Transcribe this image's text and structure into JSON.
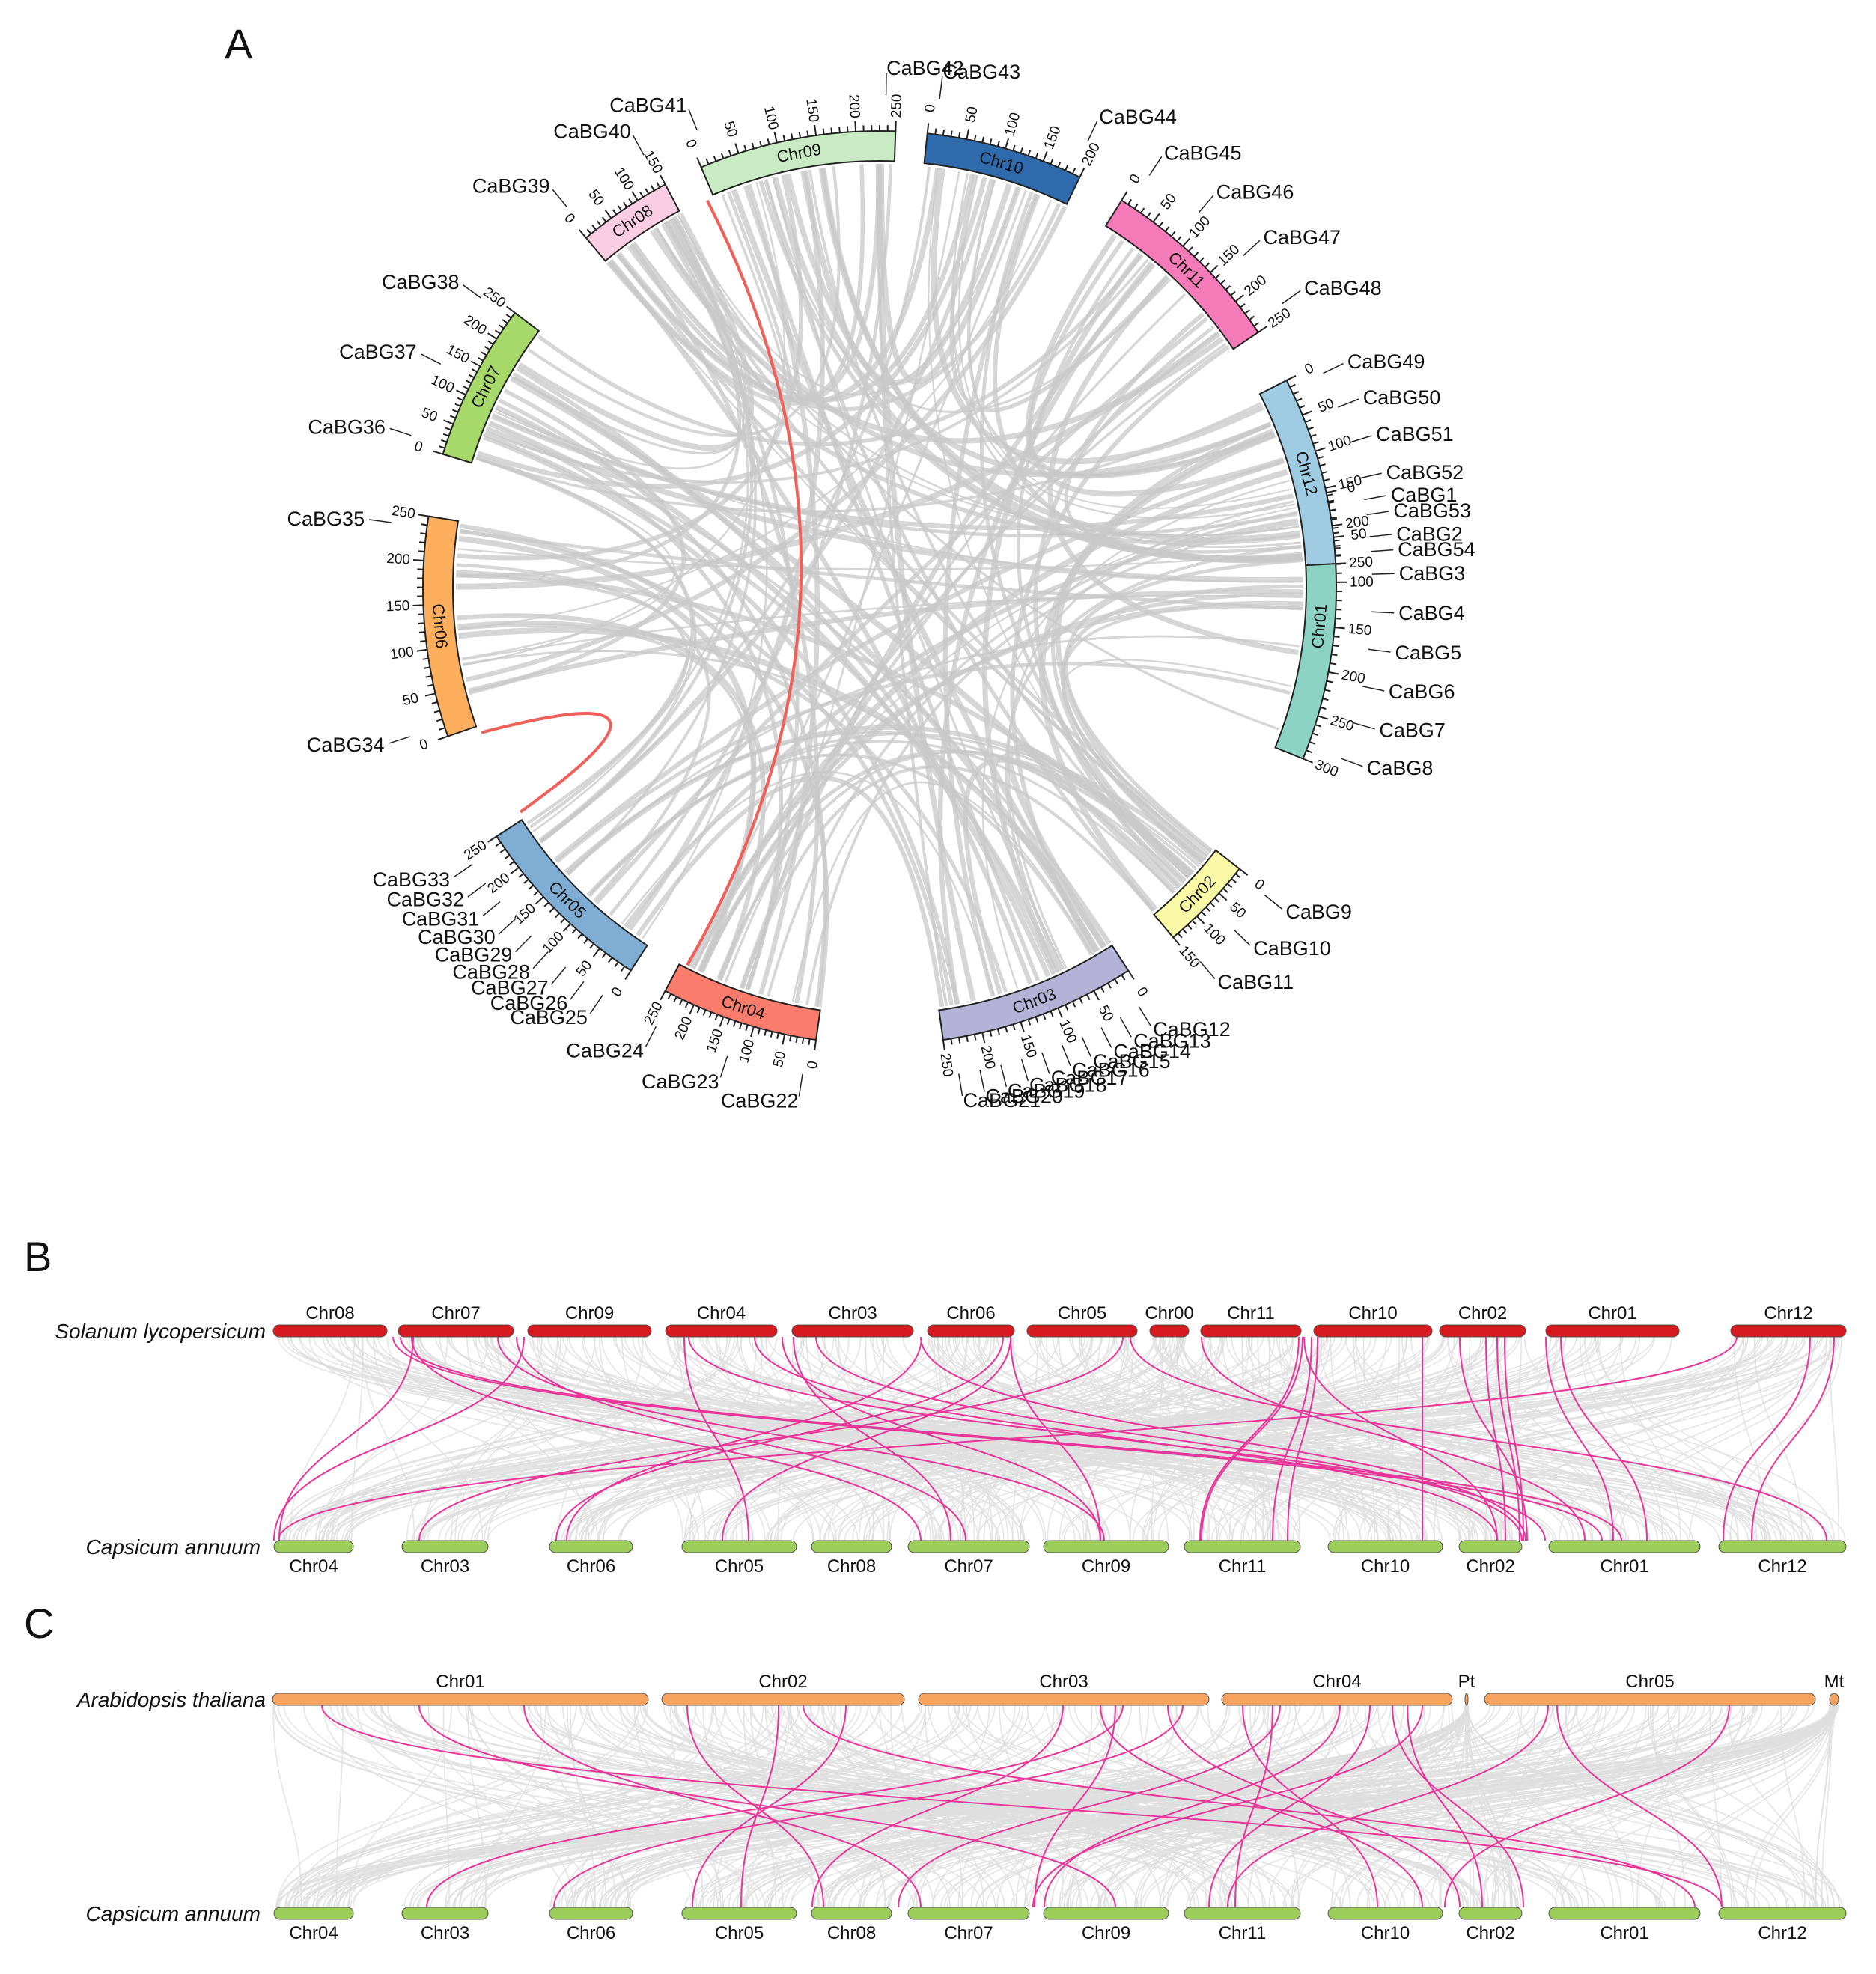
{
  "panels": {
    "A": "A",
    "B": "B",
    "C": "C"
  },
  "colors": {
    "background_link": "#c8c8c8",
    "highlight_link_A": "#f0605a",
    "synteny_link": "#e8359a",
    "background_link_BC": "#dedede",
    "sl_chr": "#d71920",
    "ca_chr": "#9ccc5a",
    "at_chr": "#f5a35e"
  },
  "circos": {
    "chromosomes": [
      {
        "name": "Chr01",
        "color": "#8dd3c4",
        "ticks": [
          "0",
          "50",
          "100",
          "150",
          "200",
          "250",
          "300"
        ]
      },
      {
        "name": "Chr02",
        "color": "#fafaa6",
        "ticks": [
          "0",
          "50",
          "100",
          "150"
        ]
      },
      {
        "name": "Chr03",
        "color": "#b4b2d7",
        "ticks": [
          "0",
          "50",
          "100",
          "150",
          "200",
          "250"
        ]
      },
      {
        "name": "Chr04",
        "color": "#f97c6c",
        "ticks": [
          "0",
          "50",
          "100",
          "150",
          "200",
          "250"
        ]
      },
      {
        "name": "Chr05",
        "color": "#7fadd4",
        "ticks": [
          "0",
          "50",
          "100",
          "150",
          "200",
          "250"
        ]
      },
      {
        "name": "Chr06",
        "color": "#fcae5c",
        "ticks": [
          "0",
          "50",
          "100",
          "150",
          "200",
          "250"
        ]
      },
      {
        "name": "Chr07",
        "color": "#a6d86a",
        "ticks": [
          "0",
          "50",
          "100",
          "150",
          "200",
          "250"
        ]
      },
      {
        "name": "Chr08",
        "color": "#fbcde3",
        "ticks": [
          "0",
          "50",
          "100",
          "150"
        ]
      },
      {
        "name": "Chr09",
        "color": "#c9ebc3",
        "ticks": [
          "0",
          "50",
          "100",
          "150",
          "200",
          "250"
        ]
      },
      {
        "name": "Chr10",
        "color": "#2f6aad",
        "ticks": [
          "0",
          "50",
          "100",
          "150",
          "200"
        ]
      },
      {
        "name": "Chr11",
        "color": "#f47ab8",
        "ticks": [
          "0",
          "50",
          "100",
          "150",
          "200",
          "250"
        ]
      },
      {
        "name": "Chr12",
        "color": "#9fcbe3",
        "ticks": [
          "0",
          "50",
          "100",
          "150",
          "200",
          "250"
        ]
      }
    ],
    "genes": [
      "CaBG1",
      "CaBG2",
      "CaBG3",
      "CaBG4",
      "CaBG5",
      "CaBG6",
      "CaBG7",
      "CaBG8",
      "CaBG9",
      "CaBG10",
      "CaBG11",
      "CaBG12",
      "CaBG13",
      "CaBG14",
      "CaBG15",
      "CaBG16",
      "CaBG17",
      "CaBG18",
      "CaBG19",
      "CaBG20",
      "CaBG21",
      "CaBG22",
      "CaBG23",
      "CaBG24",
      "CaBG25",
      "CaBG26",
      "CaBG27",
      "CaBG28",
      "CaBG29",
      "CaBG30",
      "CaBG31",
      "CaBG32",
      "CaBG33",
      "CaBG34",
      "CaBG35",
      "CaBG36",
      "CaBG37",
      "CaBG38",
      "CaBG39",
      "CaBG40",
      "CaBG41",
      "CaBG42",
      "CaBG43",
      "CaBG44",
      "CaBG45",
      "CaBG46",
      "CaBG47",
      "CaBG48",
      "CaBG49",
      "CaBG50",
      "CaBG51",
      "CaBG52",
      "CaBG53",
      "CaBG54"
    ]
  },
  "panelB": {
    "top_species": "Solanum lycopersicum",
    "bottom_species": "Capsicum annuum",
    "top_chromosomes": [
      "Chr08",
      "Chr07",
      "Chr09",
      "Chr04",
      "Chr03",
      "Chr06",
      "Chr05",
      "Chr00",
      "Chr11",
      "Chr10",
      "Chr02",
      "Chr01",
      "Chr12"
    ],
    "bottom_chromosomes": [
      "Chr04",
      "Chr03",
      "Chr06",
      "Chr05",
      "Chr08",
      "Chr07",
      "Chr09",
      "Chr11",
      "Chr10",
      "Chr02",
      "Chr01",
      "Chr12"
    ]
  },
  "panelC": {
    "top_species": "Arabidopsis thaliana",
    "bottom_species": "Capsicum annuum",
    "top_chromosomes": [
      "Chr01",
      "Chr02",
      "Chr03",
      "Chr04",
      "Pt",
      "Chr05",
      "Mt"
    ],
    "bottom_chromosomes": [
      "Chr04",
      "Chr03",
      "Chr06",
      "Chr05",
      "Chr08",
      "Chr07",
      "Chr09",
      "Chr11",
      "Chr10",
      "Chr02",
      "Chr01",
      "Chr12"
    ]
  }
}
